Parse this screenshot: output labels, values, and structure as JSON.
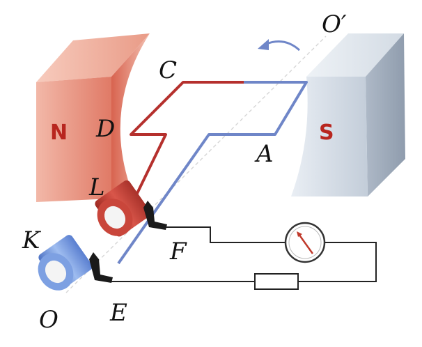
{
  "labels": {
    "axis_top": "O′",
    "axis_bottom": "O",
    "corner_c": "C",
    "corner_d": "D",
    "corner_a": "A",
    "ring_l": "L",
    "ring_k": "K",
    "brush_f": "F",
    "brush_e": "E"
  },
  "magnet": {
    "north_label": "N",
    "south_label": "S",
    "north_color": "#e58d7b",
    "south_color": "#c9d3df"
  },
  "components": {
    "meter_icon": "galvanometer-icon",
    "resistor_icon": "resistor-icon",
    "rotation_icon": "rotation-arrow-icon"
  },
  "colors": {
    "wire_red": "#b5302d",
    "wire_blue": "#6f86c8",
    "circuit": "#222222",
    "ring_red": "#c0392b",
    "ring_blue": "#6a8fd6"
  }
}
